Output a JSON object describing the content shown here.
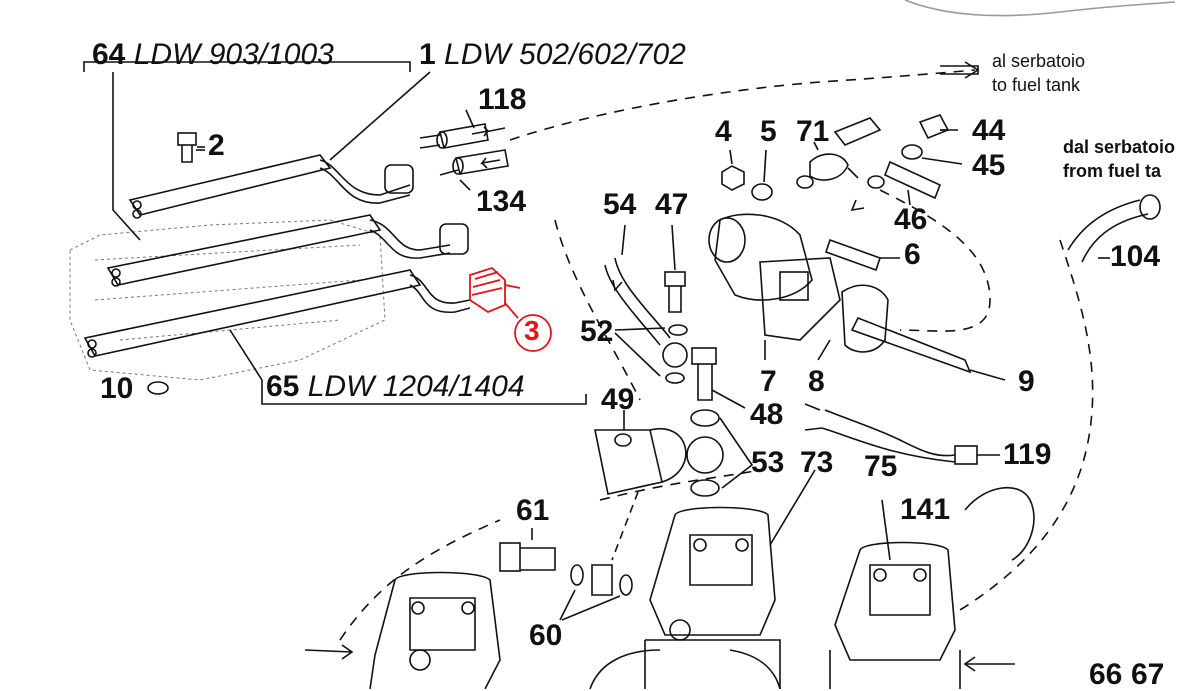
{
  "models": {
    "m64": {
      "num": "64",
      "text": "LDW 903/1003"
    },
    "m1": {
      "num": "1",
      "text": "LDW 502/602/702"
    },
    "m65": {
      "num": "65",
      "text": "LDW 1204/1404"
    }
  },
  "notes": {
    "to_tank_it": "al serbatoio",
    "to_tank_en": "to fuel tank",
    "from_tank_it": "dal serbatoio",
    "from_tank_en": "from fuel ta"
  },
  "labels": {
    "p2": "2",
    "p3": "3",
    "p4": "4",
    "p5": "5",
    "p6": "6",
    "p7": "7",
    "p8": "8",
    "p9": "9",
    "p10": "10",
    "p44": "44",
    "p45": "45",
    "p46": "46",
    "p47": "47",
    "p48": "48",
    "p49": "49",
    "p52": "52",
    "p53": "53",
    "p54": "54",
    "p60": "60",
    "p61": "61",
    "p71": "71",
    "p73": "73",
    "p75": "75",
    "p104": "104",
    "p118": "118",
    "p119": "119",
    "p134": "134",
    "p141": "141",
    "p66": "66",
    "p67": "67"
  },
  "colors": {
    "ink": "#111111",
    "highlight": "#e0141a",
    "background": "#ffffff"
  }
}
